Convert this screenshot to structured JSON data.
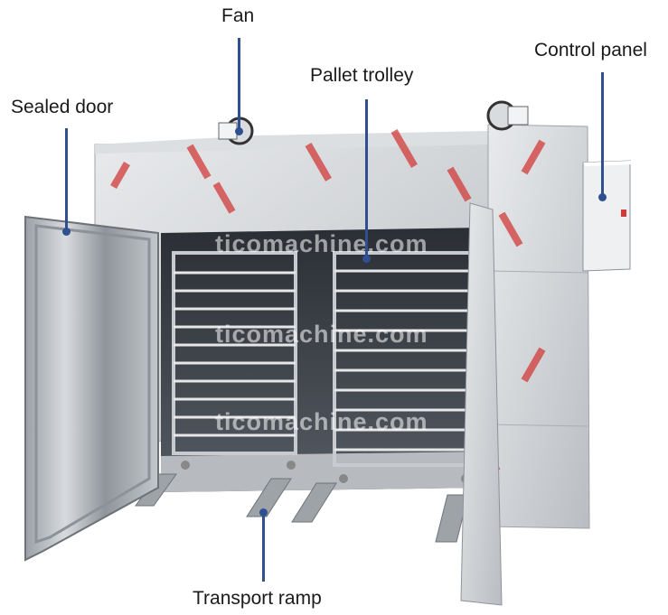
{
  "labels": {
    "fan": "Fan",
    "control_panel": "Control panel",
    "pallet_trolley": "Pallet trolley",
    "sealed_door": "Sealed door",
    "transport_ramp": "Transport ramp"
  },
  "watermarks": [
    "ticomachine.com",
    "ticomachine.com",
    "ticomachine.com"
  ],
  "colors": {
    "leader": "#2f4f8f",
    "steel": "#c9ccd0",
    "stamp": "#d23a3a"
  }
}
